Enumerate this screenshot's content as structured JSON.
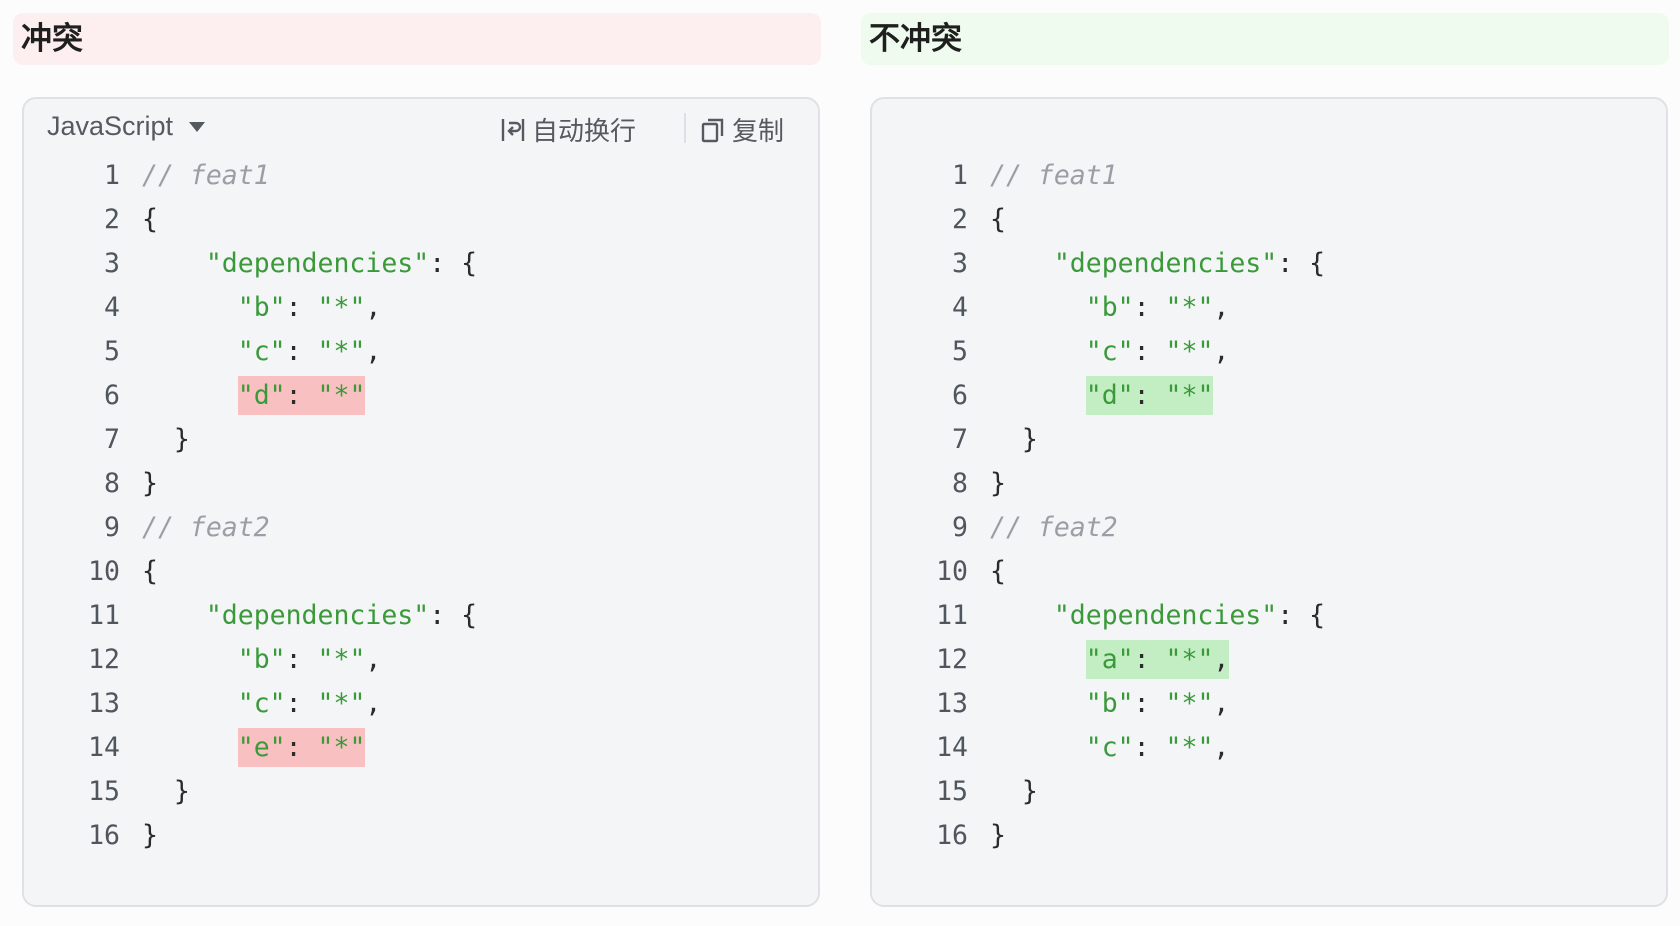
{
  "colors": {
    "conflict_bg": "#fdeff0",
    "ok_bg": "#effbef",
    "conflict_highlight": "#f8c0c0",
    "ok_highlight": "#c3eec3",
    "string": "#3a9a3a"
  },
  "left": {
    "title": "冲突",
    "toolbar": {
      "language": "JavaScript",
      "wrap_label": "自动换行",
      "copy_label": "复制"
    },
    "lines": [
      {
        "num": "1",
        "indent": "",
        "parts": [
          {
            "t": "// feat1",
            "c": "com"
          }
        ]
      },
      {
        "num": "2",
        "indent": "",
        "parts": [
          {
            "t": "{",
            "c": ""
          }
        ]
      },
      {
        "num": "3",
        "indent": "    ",
        "parts": [
          {
            "t": "\"dependencies\"",
            "c": "str"
          },
          {
            "t": ": {",
            "c": ""
          }
        ]
      },
      {
        "num": "4",
        "indent": "      ",
        "parts": [
          {
            "t": "\"b\"",
            "c": "str"
          },
          {
            "t": ": ",
            "c": ""
          },
          {
            "t": "\"*\"",
            "c": "str"
          },
          {
            "t": ",",
            "c": ""
          }
        ]
      },
      {
        "num": "5",
        "indent": "      ",
        "parts": [
          {
            "t": "\"c\"",
            "c": "str"
          },
          {
            "t": ": ",
            "c": ""
          },
          {
            "t": "\"*\"",
            "c": "str"
          },
          {
            "t": ",",
            "c": ""
          }
        ]
      },
      {
        "num": "6",
        "indent": "      ",
        "highlight": "red",
        "parts": [
          {
            "t": "\"d\"",
            "c": "str"
          },
          {
            "t": ": ",
            "c": ""
          },
          {
            "t": "\"*\"",
            "c": "str"
          }
        ]
      },
      {
        "num": "7",
        "indent": "  ",
        "parts": [
          {
            "t": "}",
            "c": ""
          }
        ]
      },
      {
        "num": "8",
        "indent": "",
        "parts": [
          {
            "t": "}",
            "c": ""
          }
        ]
      },
      {
        "num": "9",
        "indent": "",
        "parts": [
          {
            "t": "// feat2",
            "c": "com"
          }
        ]
      },
      {
        "num": "10",
        "indent": "",
        "parts": [
          {
            "t": "{",
            "c": ""
          }
        ]
      },
      {
        "num": "11",
        "indent": "    ",
        "parts": [
          {
            "t": "\"dependencies\"",
            "c": "str"
          },
          {
            "t": ": {",
            "c": ""
          }
        ]
      },
      {
        "num": "12",
        "indent": "      ",
        "parts": [
          {
            "t": "\"b\"",
            "c": "str"
          },
          {
            "t": ": ",
            "c": ""
          },
          {
            "t": "\"*\"",
            "c": "str"
          },
          {
            "t": ",",
            "c": ""
          }
        ]
      },
      {
        "num": "13",
        "indent": "      ",
        "parts": [
          {
            "t": "\"c\"",
            "c": "str"
          },
          {
            "t": ": ",
            "c": ""
          },
          {
            "t": "\"*\"",
            "c": "str"
          },
          {
            "t": ",",
            "c": ""
          }
        ]
      },
      {
        "num": "14",
        "indent": "      ",
        "highlight": "red",
        "parts": [
          {
            "t": "\"e\"",
            "c": "str"
          },
          {
            "t": ": ",
            "c": ""
          },
          {
            "t": "\"*\"",
            "c": "str"
          }
        ]
      },
      {
        "num": "15",
        "indent": "  ",
        "parts": [
          {
            "t": "}",
            "c": ""
          }
        ]
      },
      {
        "num": "16",
        "indent": "",
        "parts": [
          {
            "t": "}",
            "c": ""
          }
        ]
      }
    ]
  },
  "right": {
    "title": "不冲突",
    "lines": [
      {
        "num": "1",
        "indent": "",
        "parts": [
          {
            "t": "// feat1",
            "c": "com"
          }
        ]
      },
      {
        "num": "2",
        "indent": "",
        "parts": [
          {
            "t": "{",
            "c": ""
          }
        ]
      },
      {
        "num": "3",
        "indent": "    ",
        "parts": [
          {
            "t": "\"dependencies\"",
            "c": "str"
          },
          {
            "t": ": {",
            "c": ""
          }
        ]
      },
      {
        "num": "4",
        "indent": "      ",
        "parts": [
          {
            "t": "\"b\"",
            "c": "str"
          },
          {
            "t": ": ",
            "c": ""
          },
          {
            "t": "\"*\"",
            "c": "str"
          },
          {
            "t": ",",
            "c": ""
          }
        ]
      },
      {
        "num": "5",
        "indent": "      ",
        "parts": [
          {
            "t": "\"c\"",
            "c": "str"
          },
          {
            "t": ": ",
            "c": ""
          },
          {
            "t": "\"*\"",
            "c": "str"
          },
          {
            "t": ",",
            "c": ""
          }
        ]
      },
      {
        "num": "6",
        "indent": "      ",
        "highlight": "green",
        "parts": [
          {
            "t": "\"d\"",
            "c": "str"
          },
          {
            "t": ": ",
            "c": ""
          },
          {
            "t": "\"*\"",
            "c": "str"
          }
        ]
      },
      {
        "num": "7",
        "indent": "  ",
        "parts": [
          {
            "t": "}",
            "c": ""
          }
        ]
      },
      {
        "num": "8",
        "indent": "",
        "parts": [
          {
            "t": "}",
            "c": ""
          }
        ]
      },
      {
        "num": "9",
        "indent": "",
        "parts": [
          {
            "t": "// feat2",
            "c": "com"
          }
        ]
      },
      {
        "num": "10",
        "indent": "",
        "parts": [
          {
            "t": "{",
            "c": ""
          }
        ]
      },
      {
        "num": "11",
        "indent": "    ",
        "parts": [
          {
            "t": "\"dependencies\"",
            "c": "str"
          },
          {
            "t": ": {",
            "c": ""
          }
        ]
      },
      {
        "num": "12",
        "indent": "      ",
        "highlight": "green",
        "parts": [
          {
            "t": "\"a\"",
            "c": "str"
          },
          {
            "t": ": ",
            "c": ""
          },
          {
            "t": "\"*\"",
            "c": "str"
          },
          {
            "t": ",",
            "c": ""
          }
        ]
      },
      {
        "num": "13",
        "indent": "      ",
        "parts": [
          {
            "t": "\"b\"",
            "c": "str"
          },
          {
            "t": ": ",
            "c": ""
          },
          {
            "t": "\"*\"",
            "c": "str"
          },
          {
            "t": ",",
            "c": ""
          }
        ]
      },
      {
        "num": "14",
        "indent": "      ",
        "parts": [
          {
            "t": "\"c\"",
            "c": "str"
          },
          {
            "t": ": ",
            "c": ""
          },
          {
            "t": "\"*\"",
            "c": "str"
          },
          {
            "t": ",",
            "c": ""
          }
        ]
      },
      {
        "num": "15",
        "indent": "  ",
        "parts": [
          {
            "t": "}",
            "c": ""
          }
        ]
      },
      {
        "num": "16",
        "indent": "",
        "parts": [
          {
            "t": "}",
            "c": ""
          }
        ]
      }
    ]
  }
}
